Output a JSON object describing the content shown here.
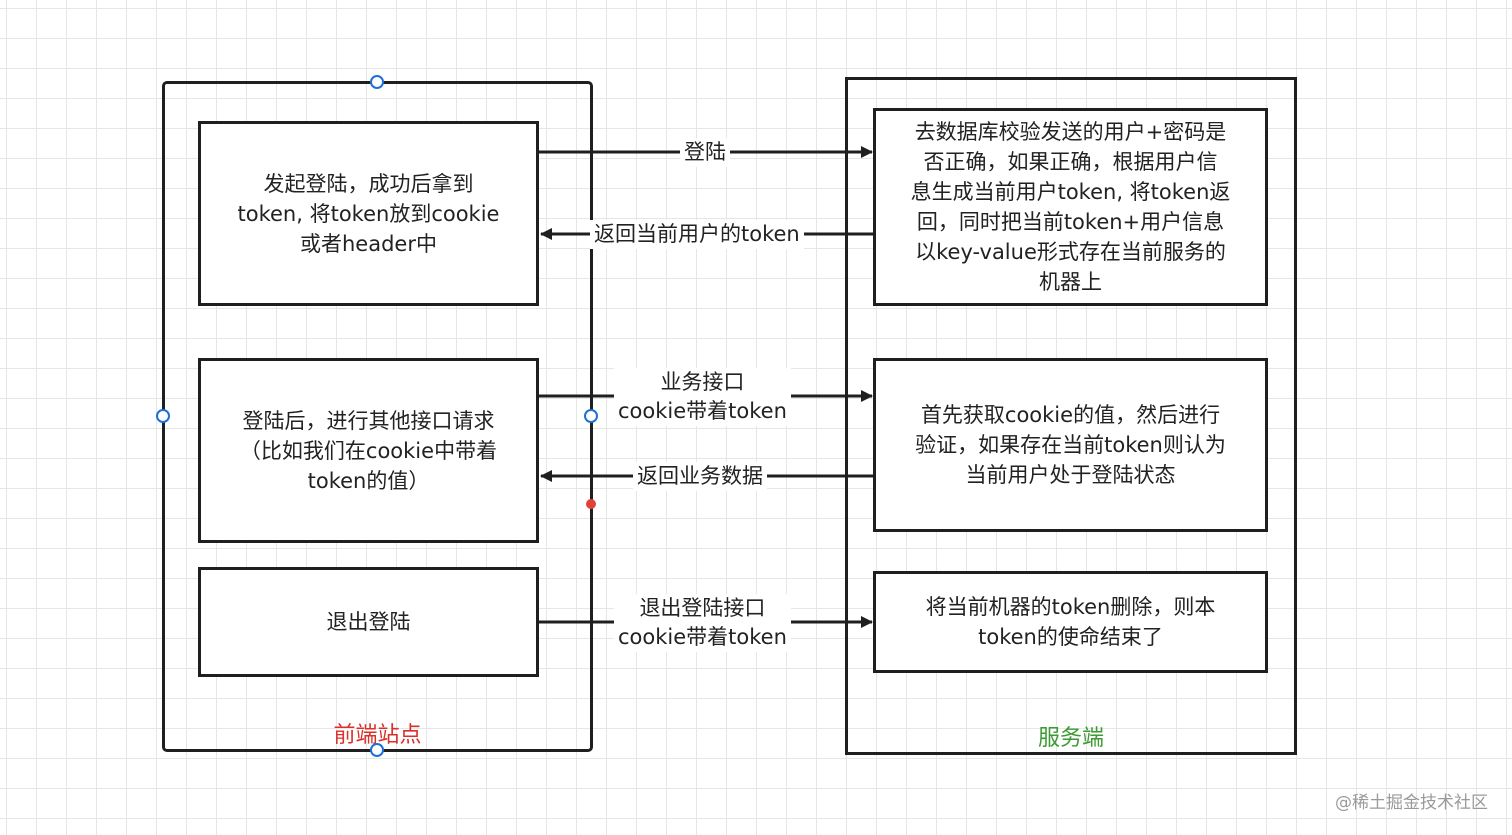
{
  "frontend": {
    "title": "前端站点",
    "title_color": "#d9302b",
    "boxes": [
      "发起登陆，成功后拿到\ntoken, 将token放到cookie\n或者header中",
      "登陆后，进行其他接口请求\n（比如我们在cookie中带着\ntoken的值）",
      "退出登陆"
    ]
  },
  "server": {
    "title": "服务端",
    "title_color": "#3c9a32",
    "boxes": [
      "去数据库校验发送的用户+密码是\n否正确，如果正确，根据用户信\n息生成当前用户token, 将token返\n回，同时把当前token+用户信息\n以key-value形式存在当前服务的\n机器上",
      "首先获取cookie的值，然后进行\n验证，如果存在当前token则认为\n当前用户处于登陆状态",
      "将当前机器的token删除，则本\ntoken的使命结束了"
    ]
  },
  "edges": [
    "登陆",
    "返回当前用户的token",
    "业务接口\ncookie带着token",
    "返回业务数据",
    "退出登陆接口\ncookie带着token"
  ],
  "watermark": "@稀土掘金技术社区",
  "colors": {
    "line": "#1f1f1f",
    "handle": "#1e6fd9",
    "grid": "#e6e6e6"
  }
}
